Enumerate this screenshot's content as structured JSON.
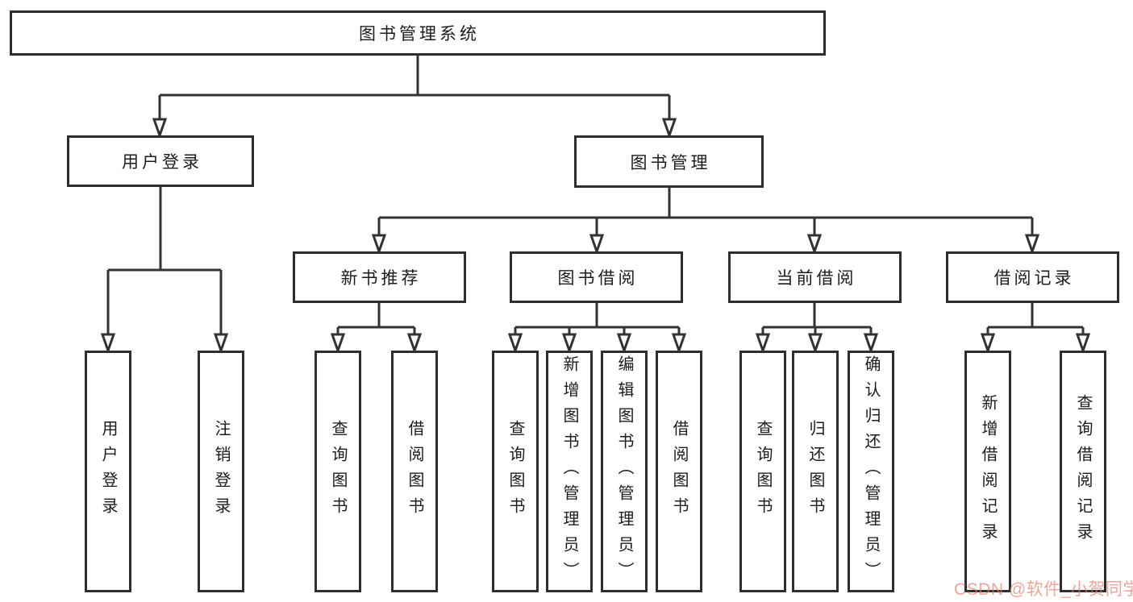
{
  "diagram": {
    "title": "图书管理系统",
    "branches": [
      {
        "label": "用户登录",
        "children": [
          {
            "label": "用户登录"
          },
          {
            "label": "注销登录"
          }
        ]
      },
      {
        "label": "图书管理",
        "children": [
          {
            "label": "新书推荐",
            "children": [
              {
                "label": "查询图书"
              },
              {
                "label": "借阅图书"
              }
            ]
          },
          {
            "label": "图书借阅",
            "children": [
              {
                "label": "查询图书"
              },
              {
                "label": "新增图书（管理员）"
              },
              {
                "label": "编辑图书（管理员）"
              },
              {
                "label": "借阅图书"
              }
            ]
          },
          {
            "label": "当前借阅",
            "children": [
              {
                "label": "查询图书"
              },
              {
                "label": "归还图书"
              },
              {
                "label": "确认归还（管理员）"
              }
            ]
          },
          {
            "label": "借阅记录",
            "children": [
              {
                "label": "新增借阅记录"
              },
              {
                "label": "查询借阅记录"
              }
            ]
          }
        ]
      }
    ]
  },
  "watermark": {
    "text": "CSDN @软件_小贺同学"
  },
  "colors": {
    "line": "#333333",
    "box_border": "#2e2e2e",
    "text": "#1c1c1c",
    "watermark": "#e87a68",
    "background": "#ffffff"
  }
}
